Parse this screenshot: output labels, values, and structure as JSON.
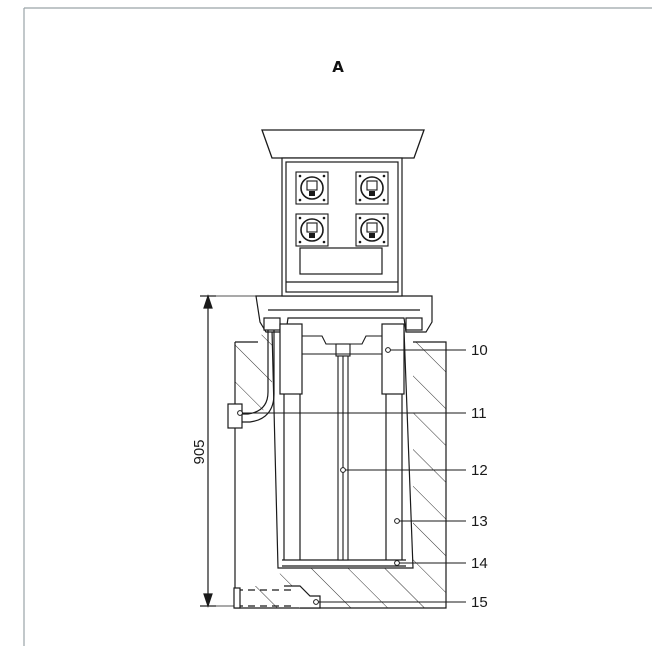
{
  "figure": {
    "title": "A",
    "dimension": {
      "label": "905"
    },
    "callouts": [
      {
        "id": "callout-10",
        "number": "10"
      },
      {
        "id": "callout-11",
        "number": "11"
      },
      {
        "id": "callout-12",
        "number": "12"
      },
      {
        "id": "callout-13",
        "number": "13"
      },
      {
        "id": "callout-14",
        "number": "14"
      },
      {
        "id": "callout-15",
        "number": "15"
      }
    ],
    "colors": {
      "line": "#1a1a1a",
      "frame": "#9aa3a8",
      "background": "#ffffff"
    }
  }
}
